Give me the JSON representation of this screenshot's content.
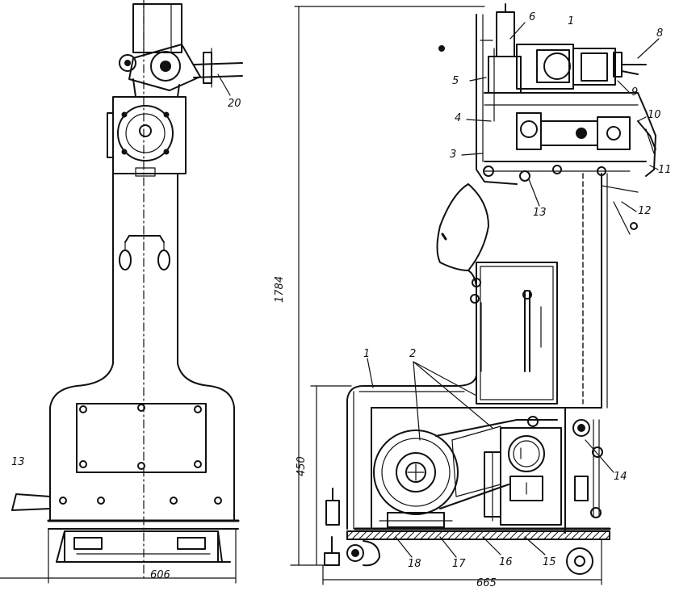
{
  "callouts": {
    "c1": "1",
    "c1b": "1",
    "c2": "2",
    "c3": "3",
    "c4": "4",
    "c5": "5",
    "c6": "6",
    "c8": "8",
    "c9": "9",
    "c10": "10",
    "c11": "11",
    "c12": "12",
    "c13": "13",
    "c13b": "13",
    "c14": "14",
    "c15": "15",
    "c16": "16",
    "c17": "17",
    "c18": "18",
    "c20": "20"
  },
  "dimensions": {
    "overall_height": "1784",
    "base_height": "450",
    "front_width": "606",
    "side_depth": "665"
  }
}
